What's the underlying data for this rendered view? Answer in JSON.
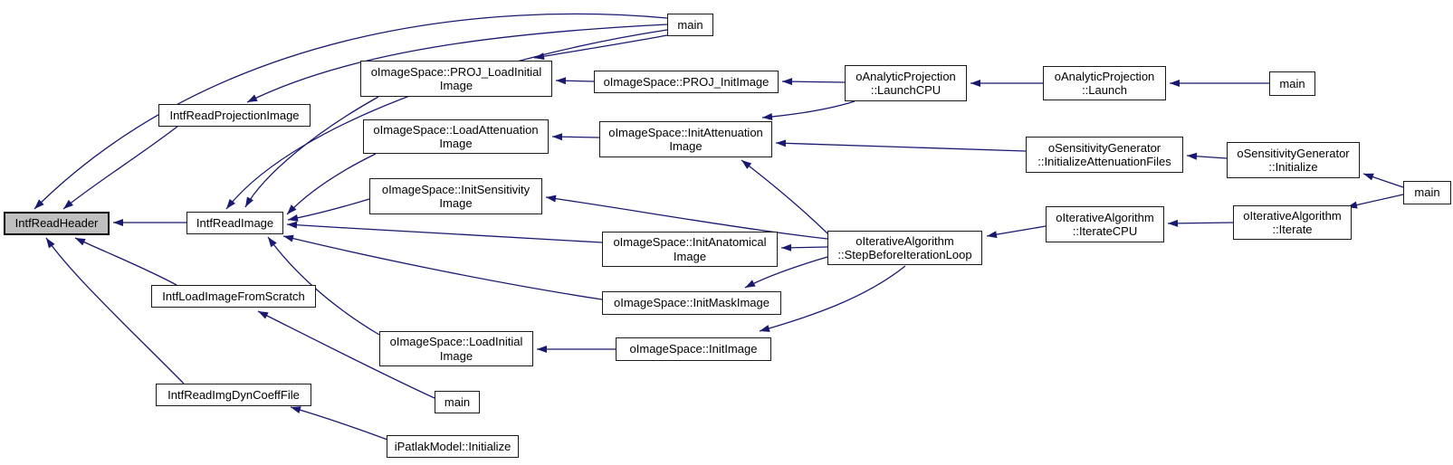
{
  "graph": {
    "type": "doxygen-caller-graph",
    "focus_function": "IntfReadHeader",
    "colors": {
      "edge": "#191970",
      "node_border": "#1a1a1a",
      "node_fill": "#ffffff",
      "focus_node_fill": "#bfbfbf",
      "background": "#ffffff"
    },
    "nodes": {
      "intf_read_header": {
        "label": "IntfReadHeader"
      },
      "intf_read_projection_image": {
        "label": "IntfReadProjectionImage"
      },
      "intf_read_image": {
        "label": "IntfReadImage"
      },
      "intf_load_image_from_scratch": {
        "label": "IntfLoadImageFromScratch"
      },
      "intf_read_img_dyn_coeff_file": {
        "label": "IntfReadImgDynCoeffFile"
      },
      "proj_load_initial_image": {
        "label": "oImageSpace::PROJ_LoadInitial\nImage"
      },
      "load_attenuation_image": {
        "label": "oImageSpace::LoadAttenuation\nImage"
      },
      "init_sensitivity_image": {
        "label": "oImageSpace::InitSensitivity\nImage"
      },
      "load_initial_image": {
        "label": "oImageSpace::LoadInitial\nImage"
      },
      "main_bottom": {
        "label": "main"
      },
      "ipatlak_initialize": {
        "label": "iPatlakModel::Initialize"
      },
      "proj_init_image": {
        "label": "oImageSpace::PROJ_InitImage"
      },
      "init_attenuation_image": {
        "label": "oImageSpace::InitAttenuation\nImage"
      },
      "init_anatomical_image": {
        "label": "oImageSpace::InitAnatomical\nImage"
      },
      "init_mask_image": {
        "label": "oImageSpace::InitMaskImage"
      },
      "init_image": {
        "label": "oImageSpace::InitImage"
      },
      "main_top": {
        "label": "main"
      },
      "launch_cpu": {
        "label": "oAnalyticProjection\n::LaunchCPU"
      },
      "step_before_iteration_loop": {
        "label": "oIterativeAlgorithm\n::StepBeforeIterationLoop"
      },
      "launch": {
        "label": "oAnalyticProjection\n::Launch"
      },
      "initialize_attenuation_files": {
        "label": "oSensitivityGenerator\n::InitializeAttenuationFiles"
      },
      "sensitivity_initialize": {
        "label": "oSensitivityGenerator\n::Initialize"
      },
      "iterate_cpu": {
        "label": "oIterativeAlgorithm\n::IterateCPU"
      },
      "iterate": {
        "label": "oIterativeAlgorithm\n::Iterate"
      },
      "main_top_right": {
        "label": "main"
      },
      "main_far_right": {
        "label": "main"
      }
    },
    "edges": [
      {
        "from": "intf_read_image",
        "to": "intf_read_header"
      },
      {
        "from": "intf_read_projection_image",
        "to": "intf_read_header"
      },
      {
        "from": "main_top",
        "to": "intf_read_header"
      },
      {
        "from": "intf_load_image_from_scratch",
        "to": "intf_read_header"
      },
      {
        "from": "intf_read_img_dyn_coeff_file",
        "to": "intf_read_header"
      },
      {
        "from": "main_top",
        "to": "intf_read_projection_image"
      },
      {
        "from": "main_top",
        "to": "intf_read_image"
      },
      {
        "from": "main_top",
        "to": "proj_load_initial_image"
      },
      {
        "from": "proj_load_initial_image",
        "to": "intf_read_image"
      },
      {
        "from": "load_attenuation_image",
        "to": "intf_read_image"
      },
      {
        "from": "init_sensitivity_image",
        "to": "intf_read_image"
      },
      {
        "from": "init_anatomical_image",
        "to": "intf_read_image"
      },
      {
        "from": "init_mask_image",
        "to": "intf_read_image"
      },
      {
        "from": "load_initial_image",
        "to": "intf_read_image"
      },
      {
        "from": "proj_init_image",
        "to": "proj_load_initial_image"
      },
      {
        "from": "init_attenuation_image",
        "to": "load_attenuation_image"
      },
      {
        "from": "launch_cpu",
        "to": "proj_init_image"
      },
      {
        "from": "launch_cpu",
        "to": "init_attenuation_image"
      },
      {
        "from": "initialize_attenuation_files",
        "to": "init_attenuation_image"
      },
      {
        "from": "step_before_iteration_loop",
        "to": "init_attenuation_image"
      },
      {
        "from": "step_before_iteration_loop",
        "to": "init_sensitivity_image"
      },
      {
        "from": "step_before_iteration_loop",
        "to": "init_anatomical_image"
      },
      {
        "from": "step_before_iteration_loop",
        "to": "init_mask_image"
      },
      {
        "from": "step_before_iteration_loop",
        "to": "init_image"
      },
      {
        "from": "init_image",
        "to": "load_initial_image"
      },
      {
        "from": "main_bottom",
        "to": "intf_load_image_from_scratch"
      },
      {
        "from": "ipatlak_initialize",
        "to": "intf_read_img_dyn_coeff_file"
      },
      {
        "from": "launch",
        "to": "launch_cpu"
      },
      {
        "from": "main_top_right",
        "to": "launch"
      },
      {
        "from": "sensitivity_initialize",
        "to": "initialize_attenuation_files"
      },
      {
        "from": "main_far_right",
        "to": "sensitivity_initialize"
      },
      {
        "from": "iterate",
        "to": "iterate_cpu"
      },
      {
        "from": "main_far_right",
        "to": "iterate"
      },
      {
        "from": "iterate_cpu",
        "to": "step_before_iteration_loop"
      }
    ]
  }
}
